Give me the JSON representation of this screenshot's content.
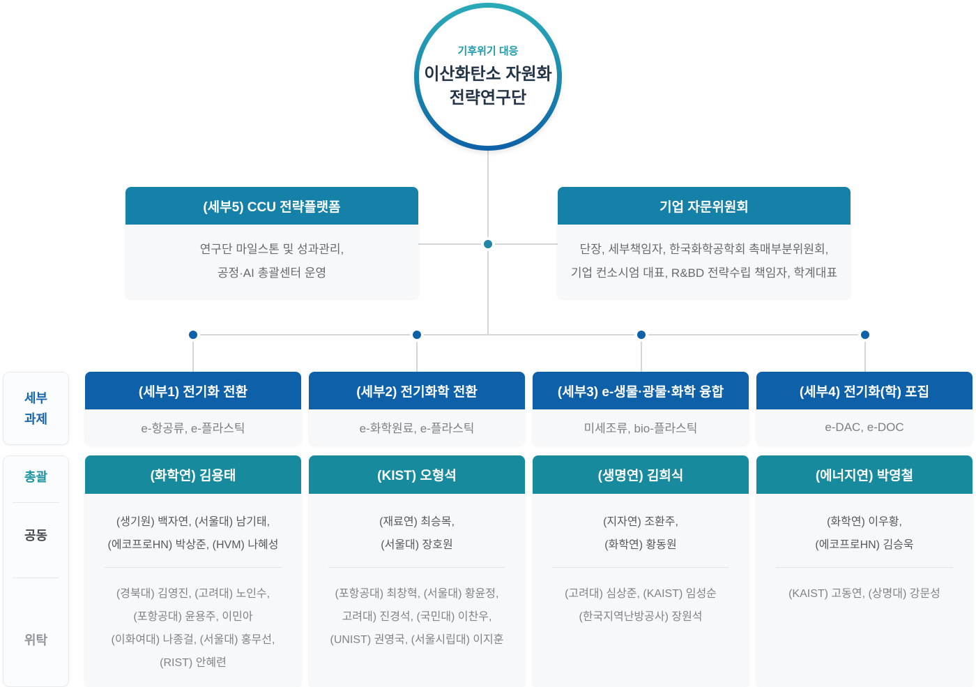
{
  "colors": {
    "primary_blue": "#0e61a8",
    "lead_teal": "#178b9d",
    "top_box_teal": "#1580a8",
    "tagline_teal": "#1b9aaa",
    "sidebar_blue_text": "#1764ad",
    "connector_gray": "#d3d7db",
    "card_bg": "#f7f8f9"
  },
  "root_circle": {
    "tagline": "기후위기 대응",
    "title_line1": "이산화탄소 자원화",
    "title_line2": "전략연구단"
  },
  "top_boxes": {
    "ccu_platform": {
      "title": "(세부5) CCU 전략플랫폼",
      "body_line1": "연구단 마일스톤 및 성과관리,",
      "body_line2": "공정·AI 총괄센터 운영"
    },
    "advisory": {
      "title": "기업 자문위원회",
      "body_line1": "단장, 세부책임자, 한국화학공학회 촉매부분위원회,",
      "body_line2": "기업 컨소시엄 대표, R&BD 전략수립 책임자, 학계대표"
    }
  },
  "sidebar": {
    "subtask_line1": "세부",
    "subtask_line2": "과제",
    "lead_label": "총괄",
    "joint_label": "공동",
    "consigned_label": "위탁"
  },
  "columns": [
    {
      "subtask_title": "(세부1) 전기화 전환",
      "scope": "e-항공류, e-플라스틱",
      "lead": "(화학연) 김용태",
      "joint": [
        "(생기원) 백자연, (서울대) 남기태,",
        "(에코프로HN) 박상준, (HVM) 나혜성"
      ],
      "consigned": [
        "(경북대) 김영진, (고려대) 노인수,",
        "(포항공대) 윤용주, 이민아",
        "(이화여대) 나종걸, (서울대) 홍무선,",
        "(RIST) 안혜련"
      ]
    },
    {
      "subtask_title": "(세부2) 전기화학 전환",
      "scope": "e-화학원료, e-플라스틱",
      "lead": "(KIST) 오형석",
      "joint": [
        "(재료연) 최승목,",
        "(서울대) 장호원"
      ],
      "consigned": [
        "(포항공대) 최창혁, (서울대) 황윤정,",
        "고려대) 진경석, (국민대) 이찬우,",
        "(UNIST) 권영국, (서울시립대) 이지훈"
      ]
    },
    {
      "subtask_title": "(세부3) e-생물·광물·화학 융합",
      "scope": "미세조류, bio-플라스틱",
      "lead": "(생명연) 김희식",
      "joint": [
        "(지자연) 조환주,",
        "(화학연) 황동원"
      ],
      "consigned": [
        "(고려대) 심상준, (KAIST) 임성순",
        "(한국지역난방공사) 장원석"
      ]
    },
    {
      "subtask_title": "(세부4) 전기화(학) 포집",
      "scope": "e-DAC, e-DOC",
      "lead": "(에너지연) 박영철",
      "joint": [
        "(화학연) 이우황,",
        "(에코프로HN) 김승욱"
      ],
      "consigned": [
        "(KAIST) 고동연, (상명대) 강문성"
      ]
    }
  ]
}
